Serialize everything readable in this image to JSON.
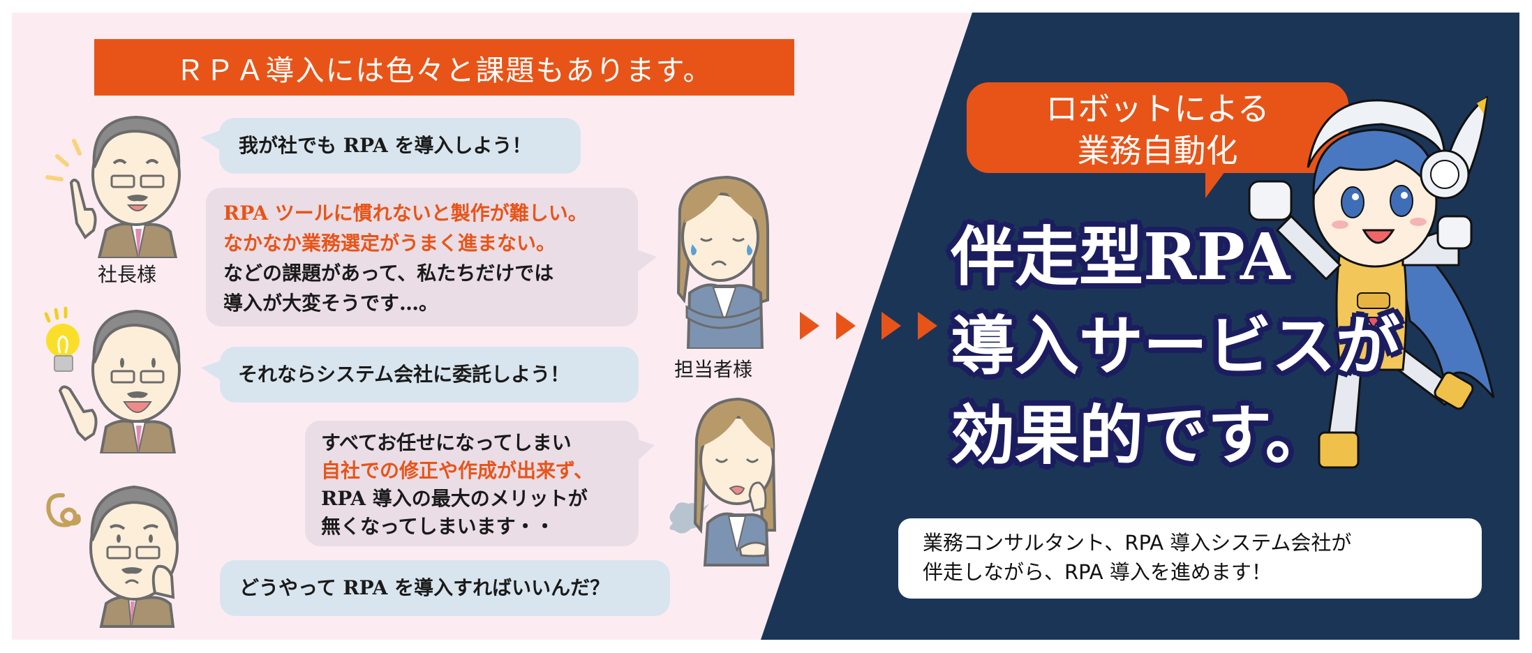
{
  "colors": {
    "pink_bg": "#fcecf2",
    "navy_panel": "#1b3557",
    "orange": "#e85418",
    "bubble_blue": "#d9e5ee",
    "bubble_mauve": "#eadde6",
    "headline_outline": "#1c1e60"
  },
  "left": {
    "banner": {
      "text": "ＲＰＡ導入には色々と課題もあります。"
    },
    "labels": {
      "president": "社長様",
      "staff": "担当者様"
    },
    "bubbles": [
      {
        "speaker": "社長様",
        "lines": [
          "我が社でも RPA を導入しよう！"
        ]
      },
      {
        "speaker": "担当者様",
        "lines": [
          {
            "text": "RPA ツールに慣れないと製作が難しい。",
            "highlight": true
          },
          {
            "text": "なかなか業務選定がうまく進まない。",
            "highlight": true
          },
          {
            "text": "などの課題があって、私たちだけでは",
            "highlight": false
          },
          {
            "text": "導入が大変そうです…。",
            "highlight": false
          }
        ]
      },
      {
        "speaker": "社長様",
        "lines": [
          "それならシステム会社に委託しよう！"
        ]
      },
      {
        "speaker": "担当者様",
        "lines": [
          {
            "text": "すべてお任せになってしまい",
            "highlight": false
          },
          {
            "text": "自社での修正や作成が出来ず、",
            "highlight": true
          },
          {
            "text": "RPA 導入の最大のメリットが",
            "highlight": false
          },
          {
            "text": "無くなってしまいます・・",
            "highlight": false
          }
        ]
      },
      {
        "speaker": "社長様",
        "lines": [
          "どうやって RPA を導入すればいいんだ？"
        ]
      }
    ],
    "icons": [
      "sparkle-icon",
      "lightbulb-icon",
      "confused-swirl-icon",
      "sigh-puff-icon"
    ]
  },
  "arrows": {
    "count": 4,
    "icon": "triangle-right-icon"
  },
  "right": {
    "callout": {
      "lines": [
        "ロボットによる",
        "業務自動化"
      ]
    },
    "headline": {
      "lines": [
        "伴走型RPA",
        "導入サービスが",
        "効果的です。"
      ]
    },
    "info": {
      "lines": [
        "業務コンサルタント、RPA 導入システム会社が",
        "伴走しながら、RPA 導入を進めます！"
      ]
    },
    "mascot": "robot-girl-mascot"
  }
}
